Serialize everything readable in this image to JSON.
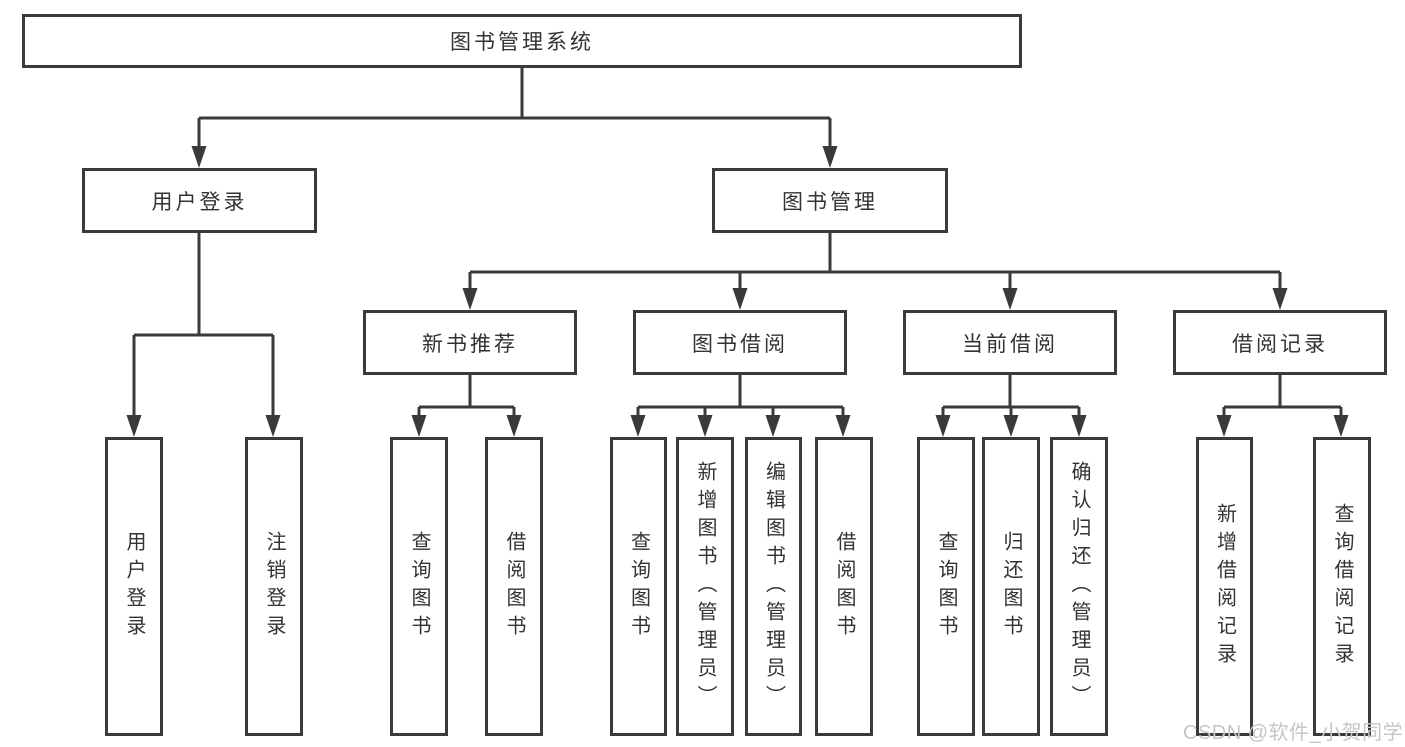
{
  "diagram": {
    "root": "图书管理系统",
    "branches": [
      {
        "label": "用户登录",
        "children": [
          "用户登录",
          "注销登录"
        ]
      },
      {
        "label": "图书管理"
      }
    ],
    "modules": [
      {
        "label": "新书推荐",
        "children": [
          "查询图书",
          "借阅图书"
        ]
      },
      {
        "label": "图书借阅",
        "children": [
          "查询图书",
          "新增图书（管理员）",
          "编辑图书（管理员）",
          "借阅图书"
        ]
      },
      {
        "label": "当前借阅",
        "children": [
          "查询图书",
          "归还图书",
          "确认归还（管理员）"
        ]
      },
      {
        "label": "借阅记录",
        "children": [
          "新增借阅记录",
          "查询借阅记录"
        ]
      }
    ]
  },
  "watermark": "CSDN @软件_小贺同学",
  "colors": {
    "line": "#3a3a3a",
    "text": "#333333",
    "watermark": "#c6c6c6",
    "background": "#ffffff"
  }
}
